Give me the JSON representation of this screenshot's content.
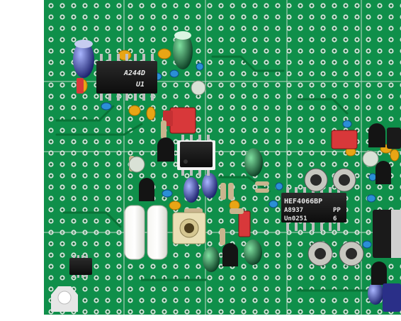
{
  "photo": {
    "board_color": "#0f8f4a",
    "trace_color": "#0a7a3c",
    "pad_color": "#dfe6e1",
    "hole_color": "#0c5a2c"
  },
  "chips": {
    "u1": {
      "line1": "A244D",
      "line2": "U1"
    },
    "hef": {
      "line1": "HEF4066BP",
      "line2": "A8937",
      "line2b": "PP",
      "line3": "Un0251",
      "line3b": "6"
    },
    "small_ic": {
      "line1": "",
      "line2": ""
    }
  }
}
